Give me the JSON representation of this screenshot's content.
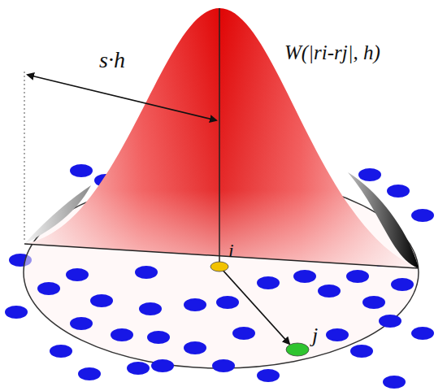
{
  "diagram": {
    "labels": [
      "s·h",
      "W(|ri-rj|, h)",
      "i",
      "j"
    ]
  }
}
